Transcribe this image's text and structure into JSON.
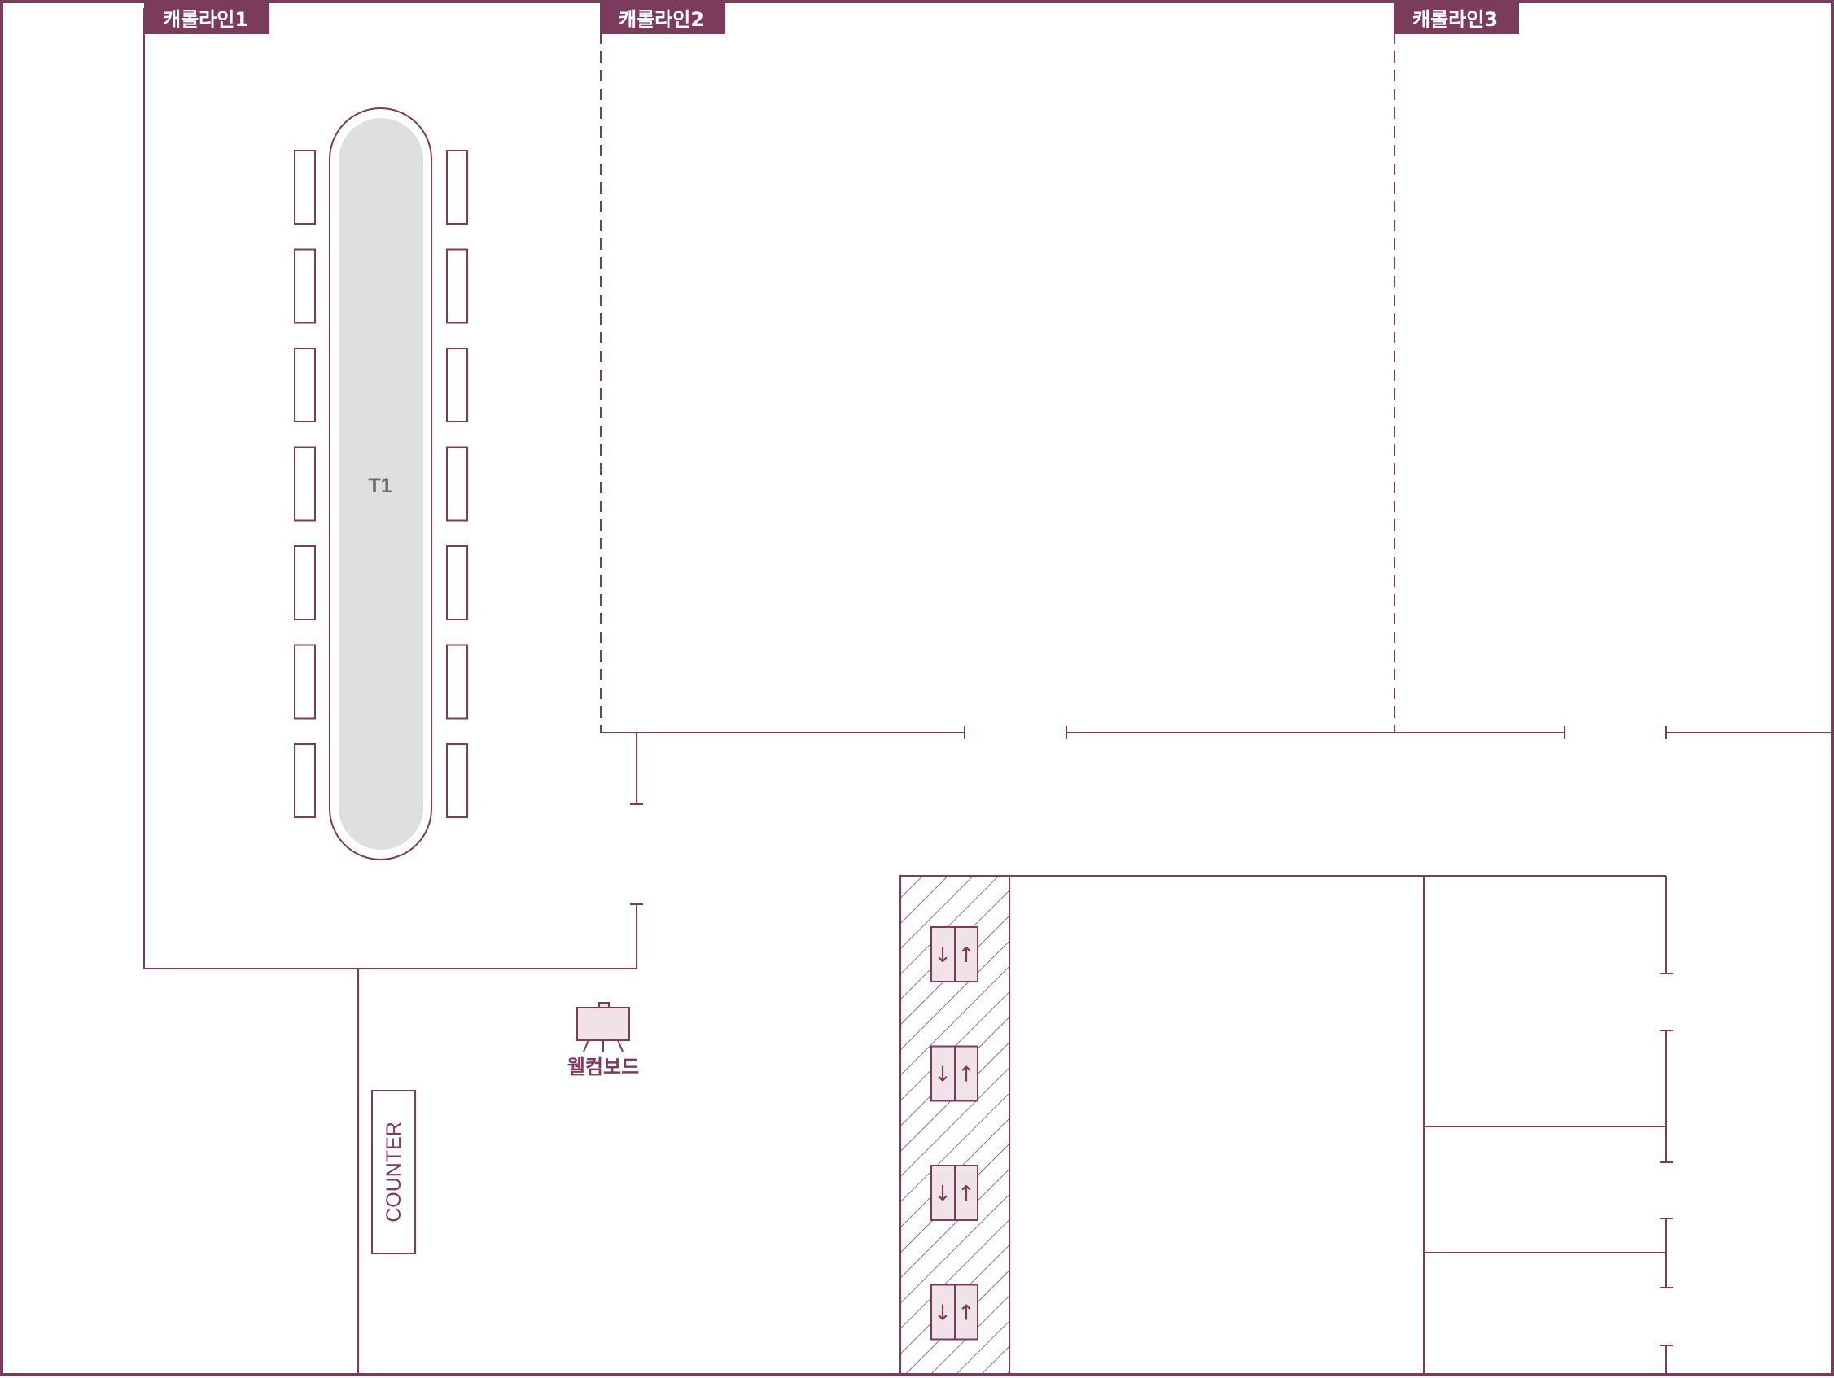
{
  "colors": {
    "accent": "#7a3b5c",
    "table_fill": "#dedfdf",
    "fixture_fill": "#efe3e8",
    "background": "#ffffff"
  },
  "zones": [
    {
      "label": "캐롤라인1"
    },
    {
      "label": "캐롤라인2"
    },
    {
      "label": "캐롤라인3"
    }
  ],
  "table": {
    "label": "T1",
    "chairs_per_side": 7
  },
  "welcome_board": {
    "label": "웰컴보드",
    "icon": "easel-icon"
  },
  "counter": {
    "label": "COUNTER"
  },
  "escalators": {
    "count": 4,
    "down_glyph": "↓",
    "up_glyph": "↑",
    "icon": "escalator-icon"
  }
}
